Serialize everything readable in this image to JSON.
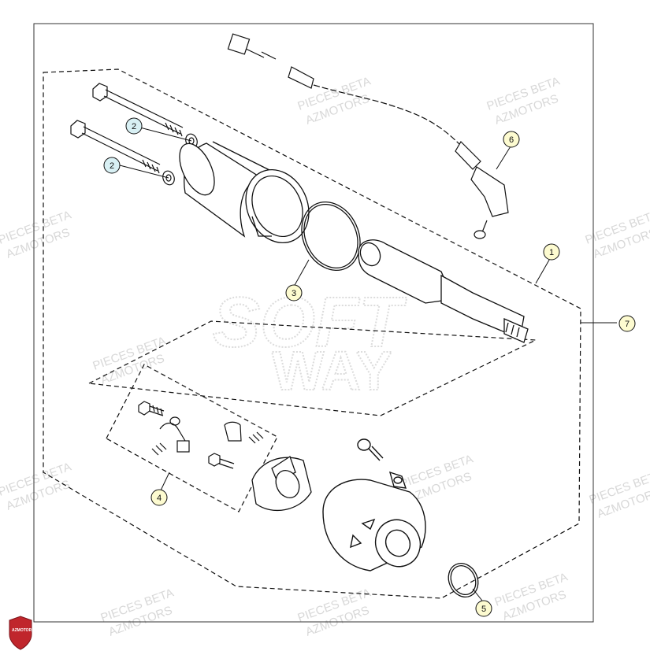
{
  "callouts": [
    {
      "id": "1",
      "label": "1",
      "fill": "#fdfbd0"
    },
    {
      "id": "2a",
      "label": "2",
      "fill": "#d8f0f4"
    },
    {
      "id": "2b",
      "label": "2",
      "fill": "#d8f0f4"
    },
    {
      "id": "3",
      "label": "3",
      "fill": "#fdfbd0"
    },
    {
      "id": "4",
      "label": "4",
      "fill": "#fdfbd0"
    },
    {
      "id": "5",
      "label": "5",
      "fill": "#fdfbd0"
    },
    {
      "id": "6",
      "label": "6",
      "fill": "#fdfbd0"
    },
    {
      "id": "7",
      "label": "7",
      "fill": "#fdfbd0"
    }
  ],
  "watermark": {
    "line1": "PIECES BETA",
    "line2": "AZMOTORS",
    "center_line1": "SOFT",
    "center_line2": "WAY"
  },
  "brand_badge": {
    "text": "AZMOTORS",
    "color": "#c0262c"
  },
  "colors": {
    "frame": "#333333",
    "line": "#111111",
    "background": "#ffffff"
  }
}
